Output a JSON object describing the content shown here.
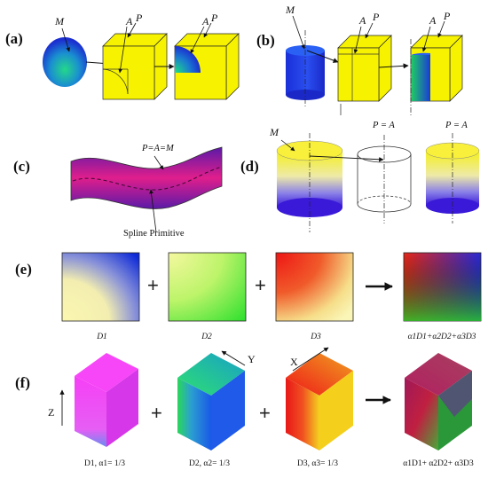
{
  "panels": {
    "a": {
      "label": "(a)",
      "m": "M",
      "a": "A",
      "p": "P"
    },
    "b": {
      "label": "(b)",
      "m": "M",
      "a": "A",
      "p": "P"
    },
    "c": {
      "label": "(c)",
      "eq": "P=A=M",
      "spline": "Spline Primitive"
    },
    "d": {
      "label": "(d)",
      "m": "M",
      "pa1": "P = A",
      "pa2": "P = A"
    },
    "e": {
      "label": "(e)",
      "plus": "+",
      "captions": [
        "D1",
        "D2",
        "D3",
        "α1D1+α2D2+α3D3"
      ]
    },
    "f": {
      "label": "(f)",
      "plus": "+",
      "axis_z": "Z",
      "axis_y": "Y",
      "axis_x": "X",
      "captions": [
        "D1, α1= 1/3",
        "D2, α2= 1/3",
        "D3, α3= 1/3",
        "α1D1+ α2D2+ α3D3"
      ]
    }
  },
  "colors": {
    "yellow": "#f7f300",
    "blue": "#1a33d6",
    "magenta": "#f43df4",
    "green": "#3ee03e",
    "red": "#ee1111",
    "purple": "#7a1aa8"
  }
}
